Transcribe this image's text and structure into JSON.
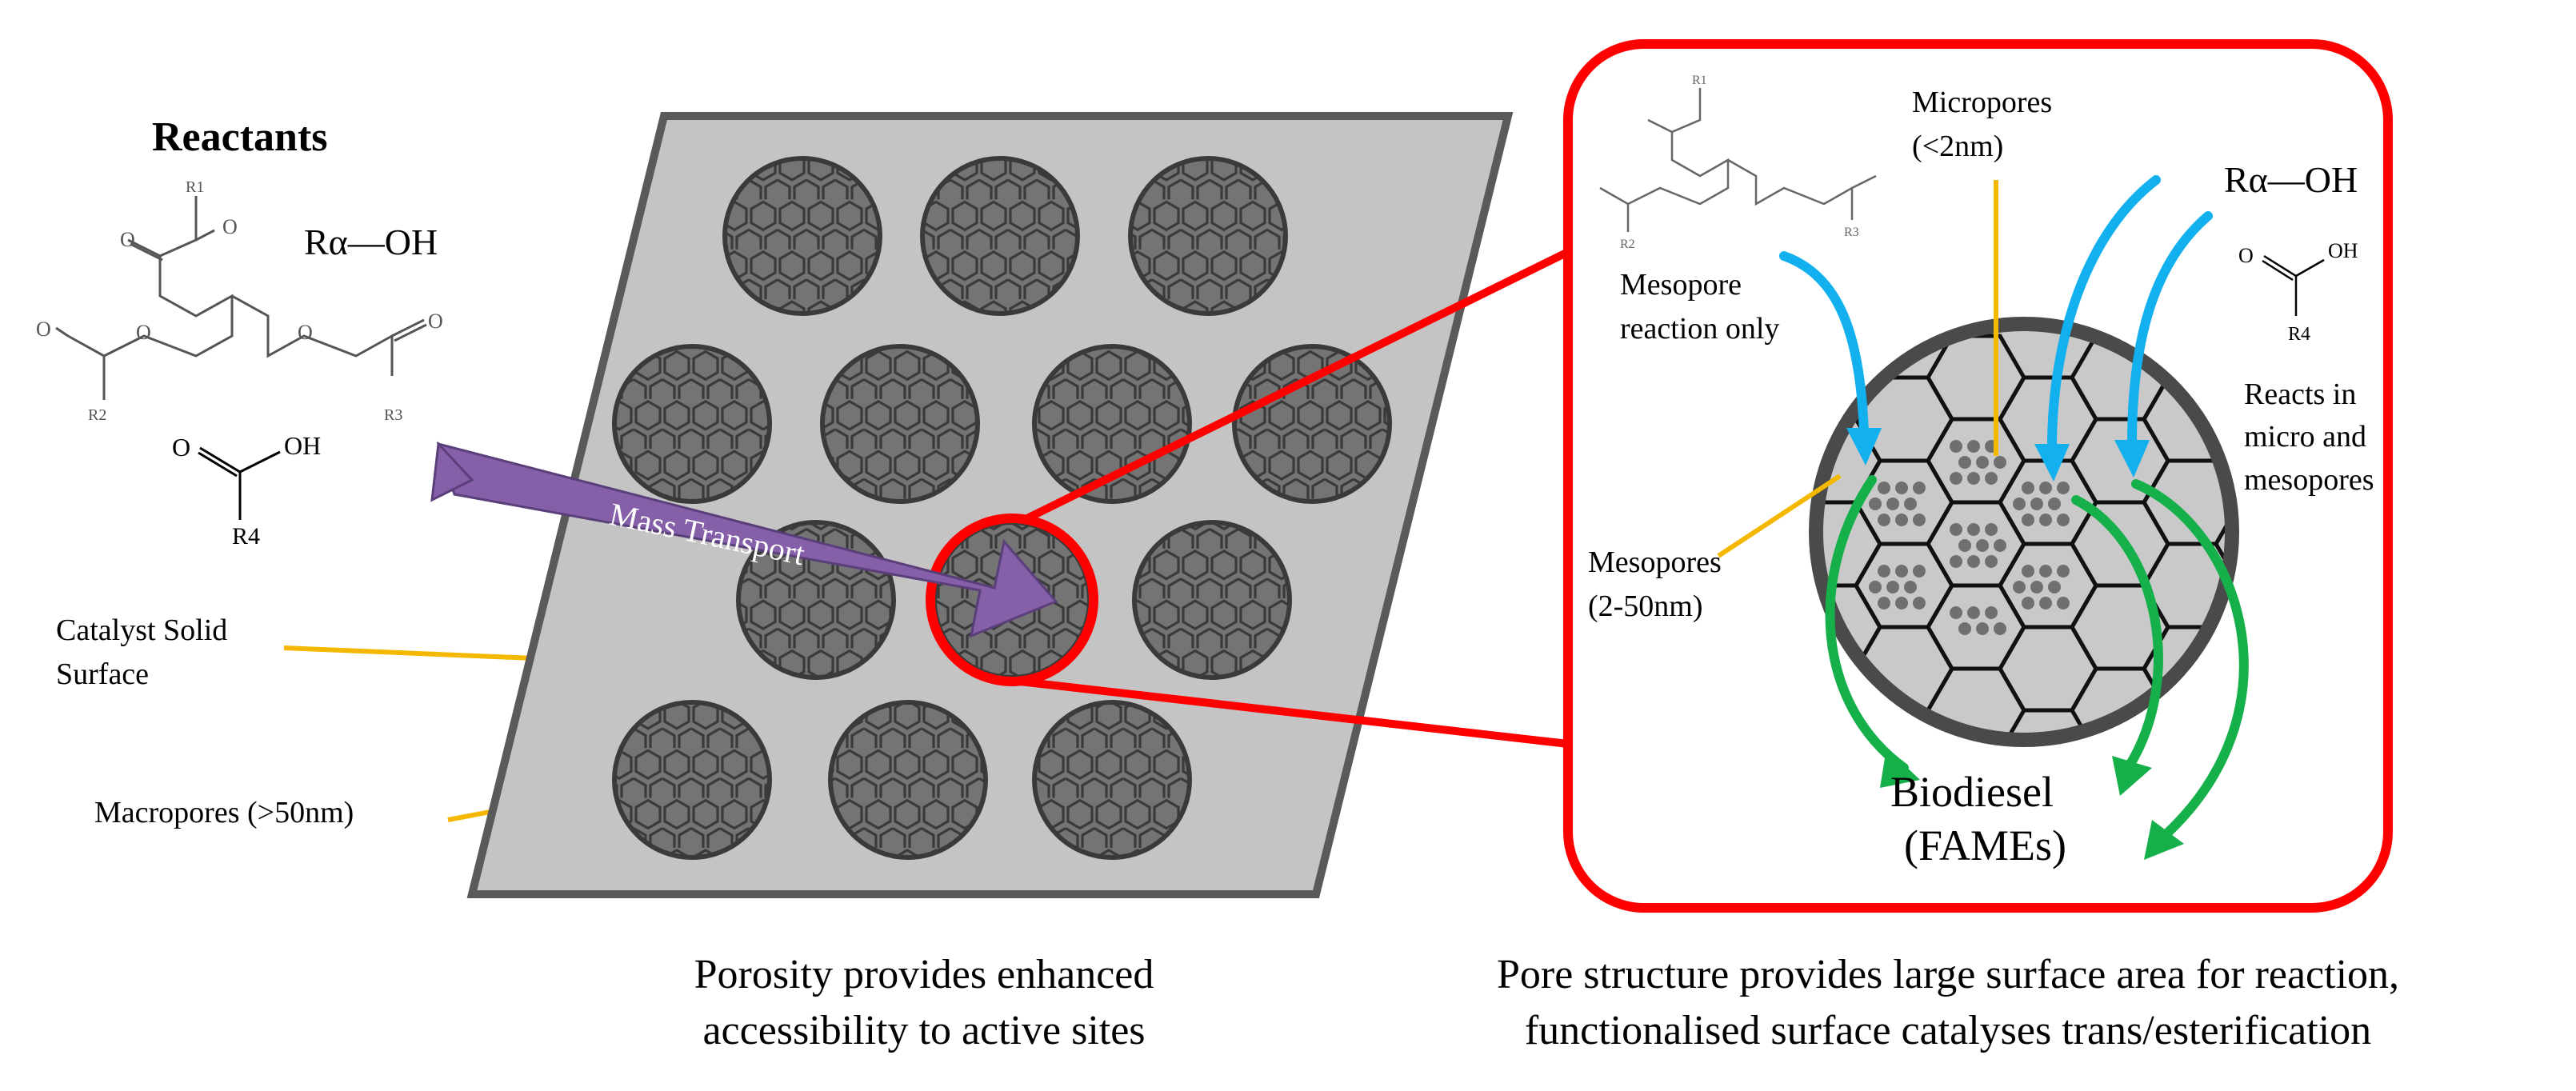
{
  "labels": {
    "reactants": "Reactants",
    "r_alpha_oh": "Rα—OH",
    "r1": "R1",
    "r2": "R2",
    "r3": "R3",
    "r4": "R4",
    "oh": "OH",
    "o": "O",
    "mass_transport": "Mass Transport",
    "catalyst_line1": "Catalyst Solid",
    "catalyst_line2": "Surface",
    "macropores": "Macropores (>50nm)",
    "micropores_line1": "Micropores",
    "micropores_line2": "(<2nm)",
    "mesopore_reaction_line1": "Mesopore",
    "mesopore_reaction_line2": "reaction only",
    "mesopores_line1": "Mesopores",
    "mesopores_line2": "(2-50nm)",
    "reacts_line1": "Reacts in",
    "reacts_line2": "micro and",
    "reacts_line3": "mesopores",
    "biodiesel_line1": "Biodiesel",
    "biodiesel_line2": "(FAMEs)",
    "caption_left_line1": "Porosity provides enhanced",
    "caption_left_line2": "accessibility to active sites",
    "caption_right_line1": "Pore structure provides large surface area for reaction,",
    "caption_right_line2": "functionalised surface catalyses trans/esterification"
  },
  "colors": {
    "surface": "#c4c4c4",
    "surface_edge": "#5a5a5a",
    "pore": "#6f6f6f",
    "zoom_red": "#ff0000",
    "blue_arrow": "#12b0ee",
    "green_arrow": "#16b04a",
    "leader_yellow": "#f5b800",
    "purple_arrow": "#8560a8"
  }
}
